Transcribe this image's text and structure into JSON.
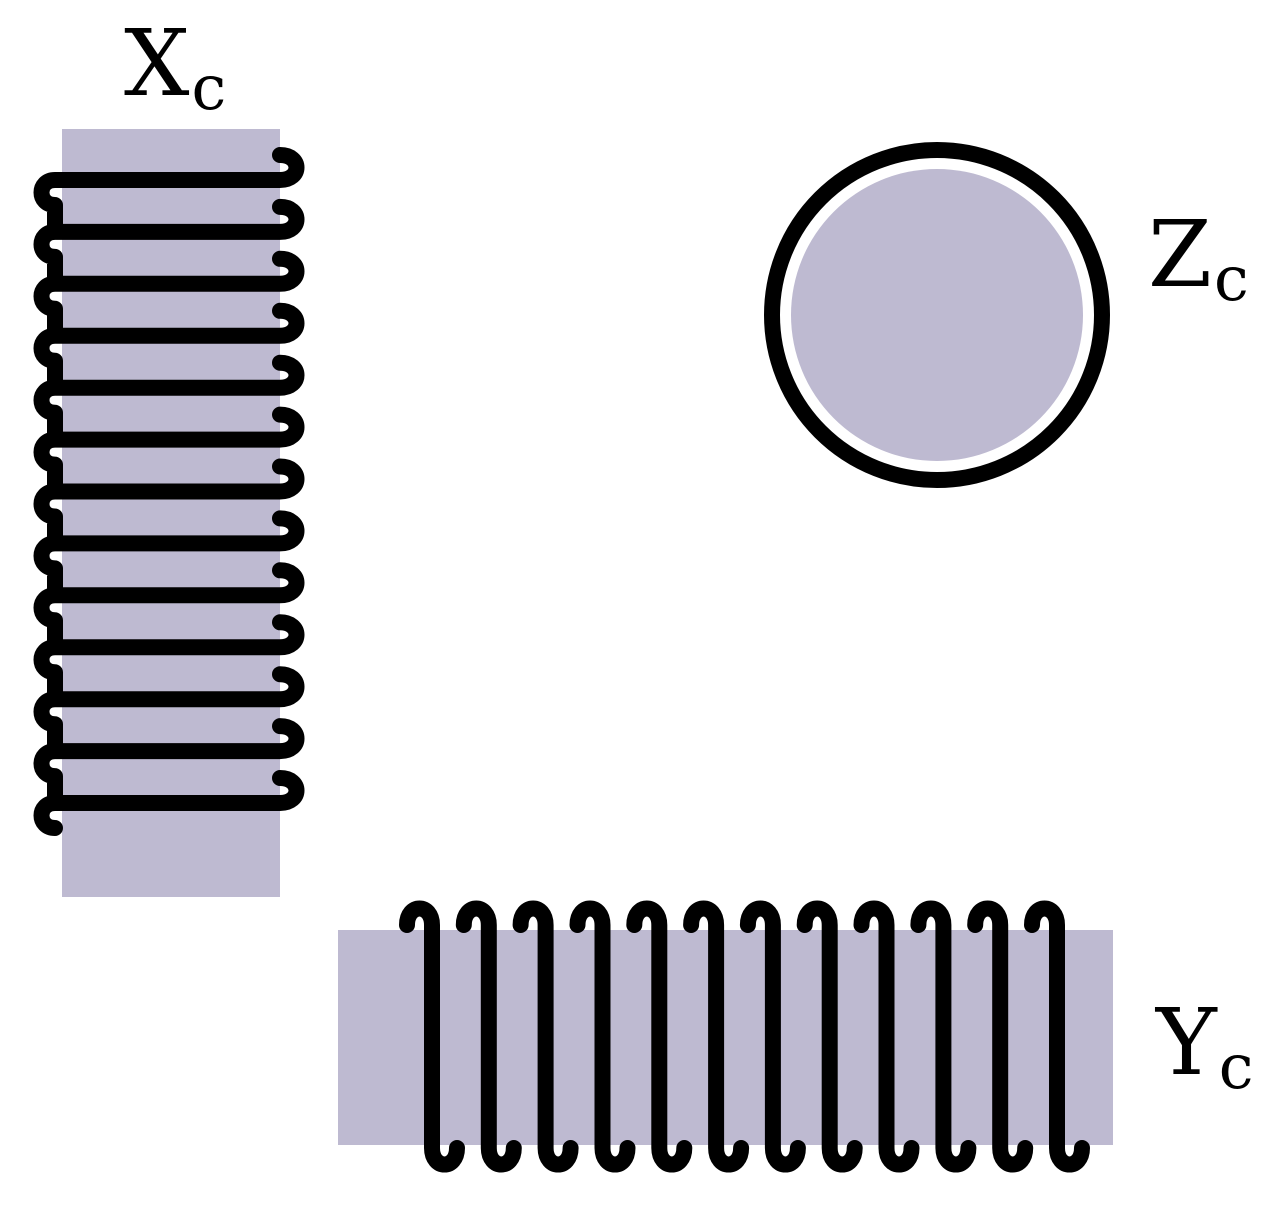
{
  "labels": {
    "x": {
      "main": "X",
      "sub": "c"
    },
    "y": {
      "main": "Y",
      "sub": "c"
    },
    "z": {
      "main": "Z",
      "sub": "c"
    }
  },
  "coils": {
    "x": {
      "orientation": "vertical-core",
      "turns": 13
    },
    "y": {
      "orientation": "horizontal-core",
      "turns": 12
    },
    "z": {
      "orientation": "end-on",
      "turns": 1
    }
  },
  "colors": {
    "core": "#bebad1",
    "wire": "#000000",
    "background": "#ffffff"
  }
}
